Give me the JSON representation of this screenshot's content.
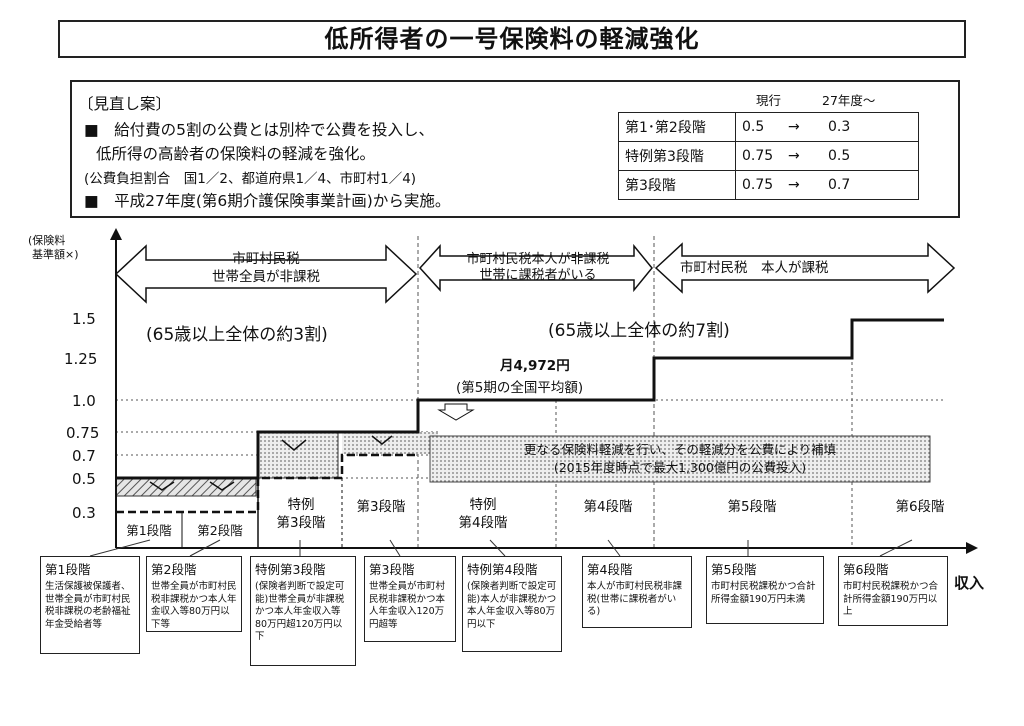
{
  "title": "低所得者の一号保険料の軽減強化",
  "review": {
    "heading": "〔見直し案〕",
    "line1": "■　給付費の5割の公費とは別枠で公費を投入し、",
    "line2": "低所得の高齢者の保険料の軽減を強化。",
    "line3": "(公費負担割合　国1／2、都道府県1／4、市町村1／4)",
    "line4": "■　平成27年度(第6期介護保険事業計画)から実施。"
  },
  "rate_table": {
    "col_current": "現行",
    "col_new": "27年度～",
    "arrow": "→",
    "rows": [
      {
        "label": "第1･第2段階",
        "current": "0.5",
        "new": "0.3"
      },
      {
        "label": "特例第3段階",
        "current": "0.75",
        "new": "0.5"
      },
      {
        "label": "第3段階",
        "current": "0.75",
        "new": "0.7"
      }
    ]
  },
  "chart": {
    "y_axis_label_1": "(保険料",
    "y_axis_label_2": "基準額×)",
    "x_axis_label": "収入",
    "y_ticks": [
      "1.5",
      "1.25",
      "1.0",
      "0.75",
      "0.7",
      "0.5",
      "0.3"
    ],
    "group_nontaxed_household_1": "市町村民税",
    "group_nontaxed_household_2": "世帯全員が非課税",
    "group_nontaxed_self_1": "市町村民税本人が非課税",
    "group_nontaxed_self_2": "世帯に課税者がいる",
    "group_taxed_self": "市町村民税　本人が課税",
    "share_30": "(65歳以上全体の約3割)",
    "share_70": "(65歳以上全体の約7割)",
    "avg_amount": "月4,972円",
    "avg_note": "(第5期の全国平均額)",
    "reduction_note_1": "更なる保険料軽減を行い、その軽減分を公費により補填",
    "reduction_note_2": "(2015年度時点で最大1,300億円の公費投入)",
    "seg_1": "第1段階",
    "seg_2": "第2段階",
    "seg_3a_1": "特例",
    "seg_3a_2": "第3段階",
    "seg_3": "第3段階",
    "seg_4a_1": "特例",
    "seg_4a_2": "第4段階",
    "seg_4": "第4段階",
    "seg_5": "第5段階",
    "seg_6": "第6段階"
  },
  "tiers": [
    {
      "title": "第1段階",
      "desc": "生活保護被保護者、世帯全員が市町村民税非課税の老齢福祉年金受給者等"
    },
    {
      "title": "第2段階",
      "desc": "世帯全員が市町村民税非課税かつ本人年金収入等80万円以下等"
    },
    {
      "title": "特例第3段階",
      "desc": "(保険者判断で設定可能)世帯全員が非課税かつ本人年金収入等80万円超120万円以下"
    },
    {
      "title": "第3段階",
      "desc": "世帯全員が市町村民税非課税かつ本人年金収入120万円超等"
    },
    {
      "title": "特例第4段階",
      "desc": "(保険者判断で設定可能)本人が非課税かつ本人年金収入等80万円以下"
    },
    {
      "title": "第4段階",
      "desc": "本人が市町村民税非課税(世帯に課税者がいる)"
    },
    {
      "title": "第5段階",
      "desc": "市町村民税課税かつ合計所得金額190万円未満"
    },
    {
      "title": "第6段階",
      "desc": "市町村民税課税かつ合計所得金額190万円以上"
    }
  ]
}
